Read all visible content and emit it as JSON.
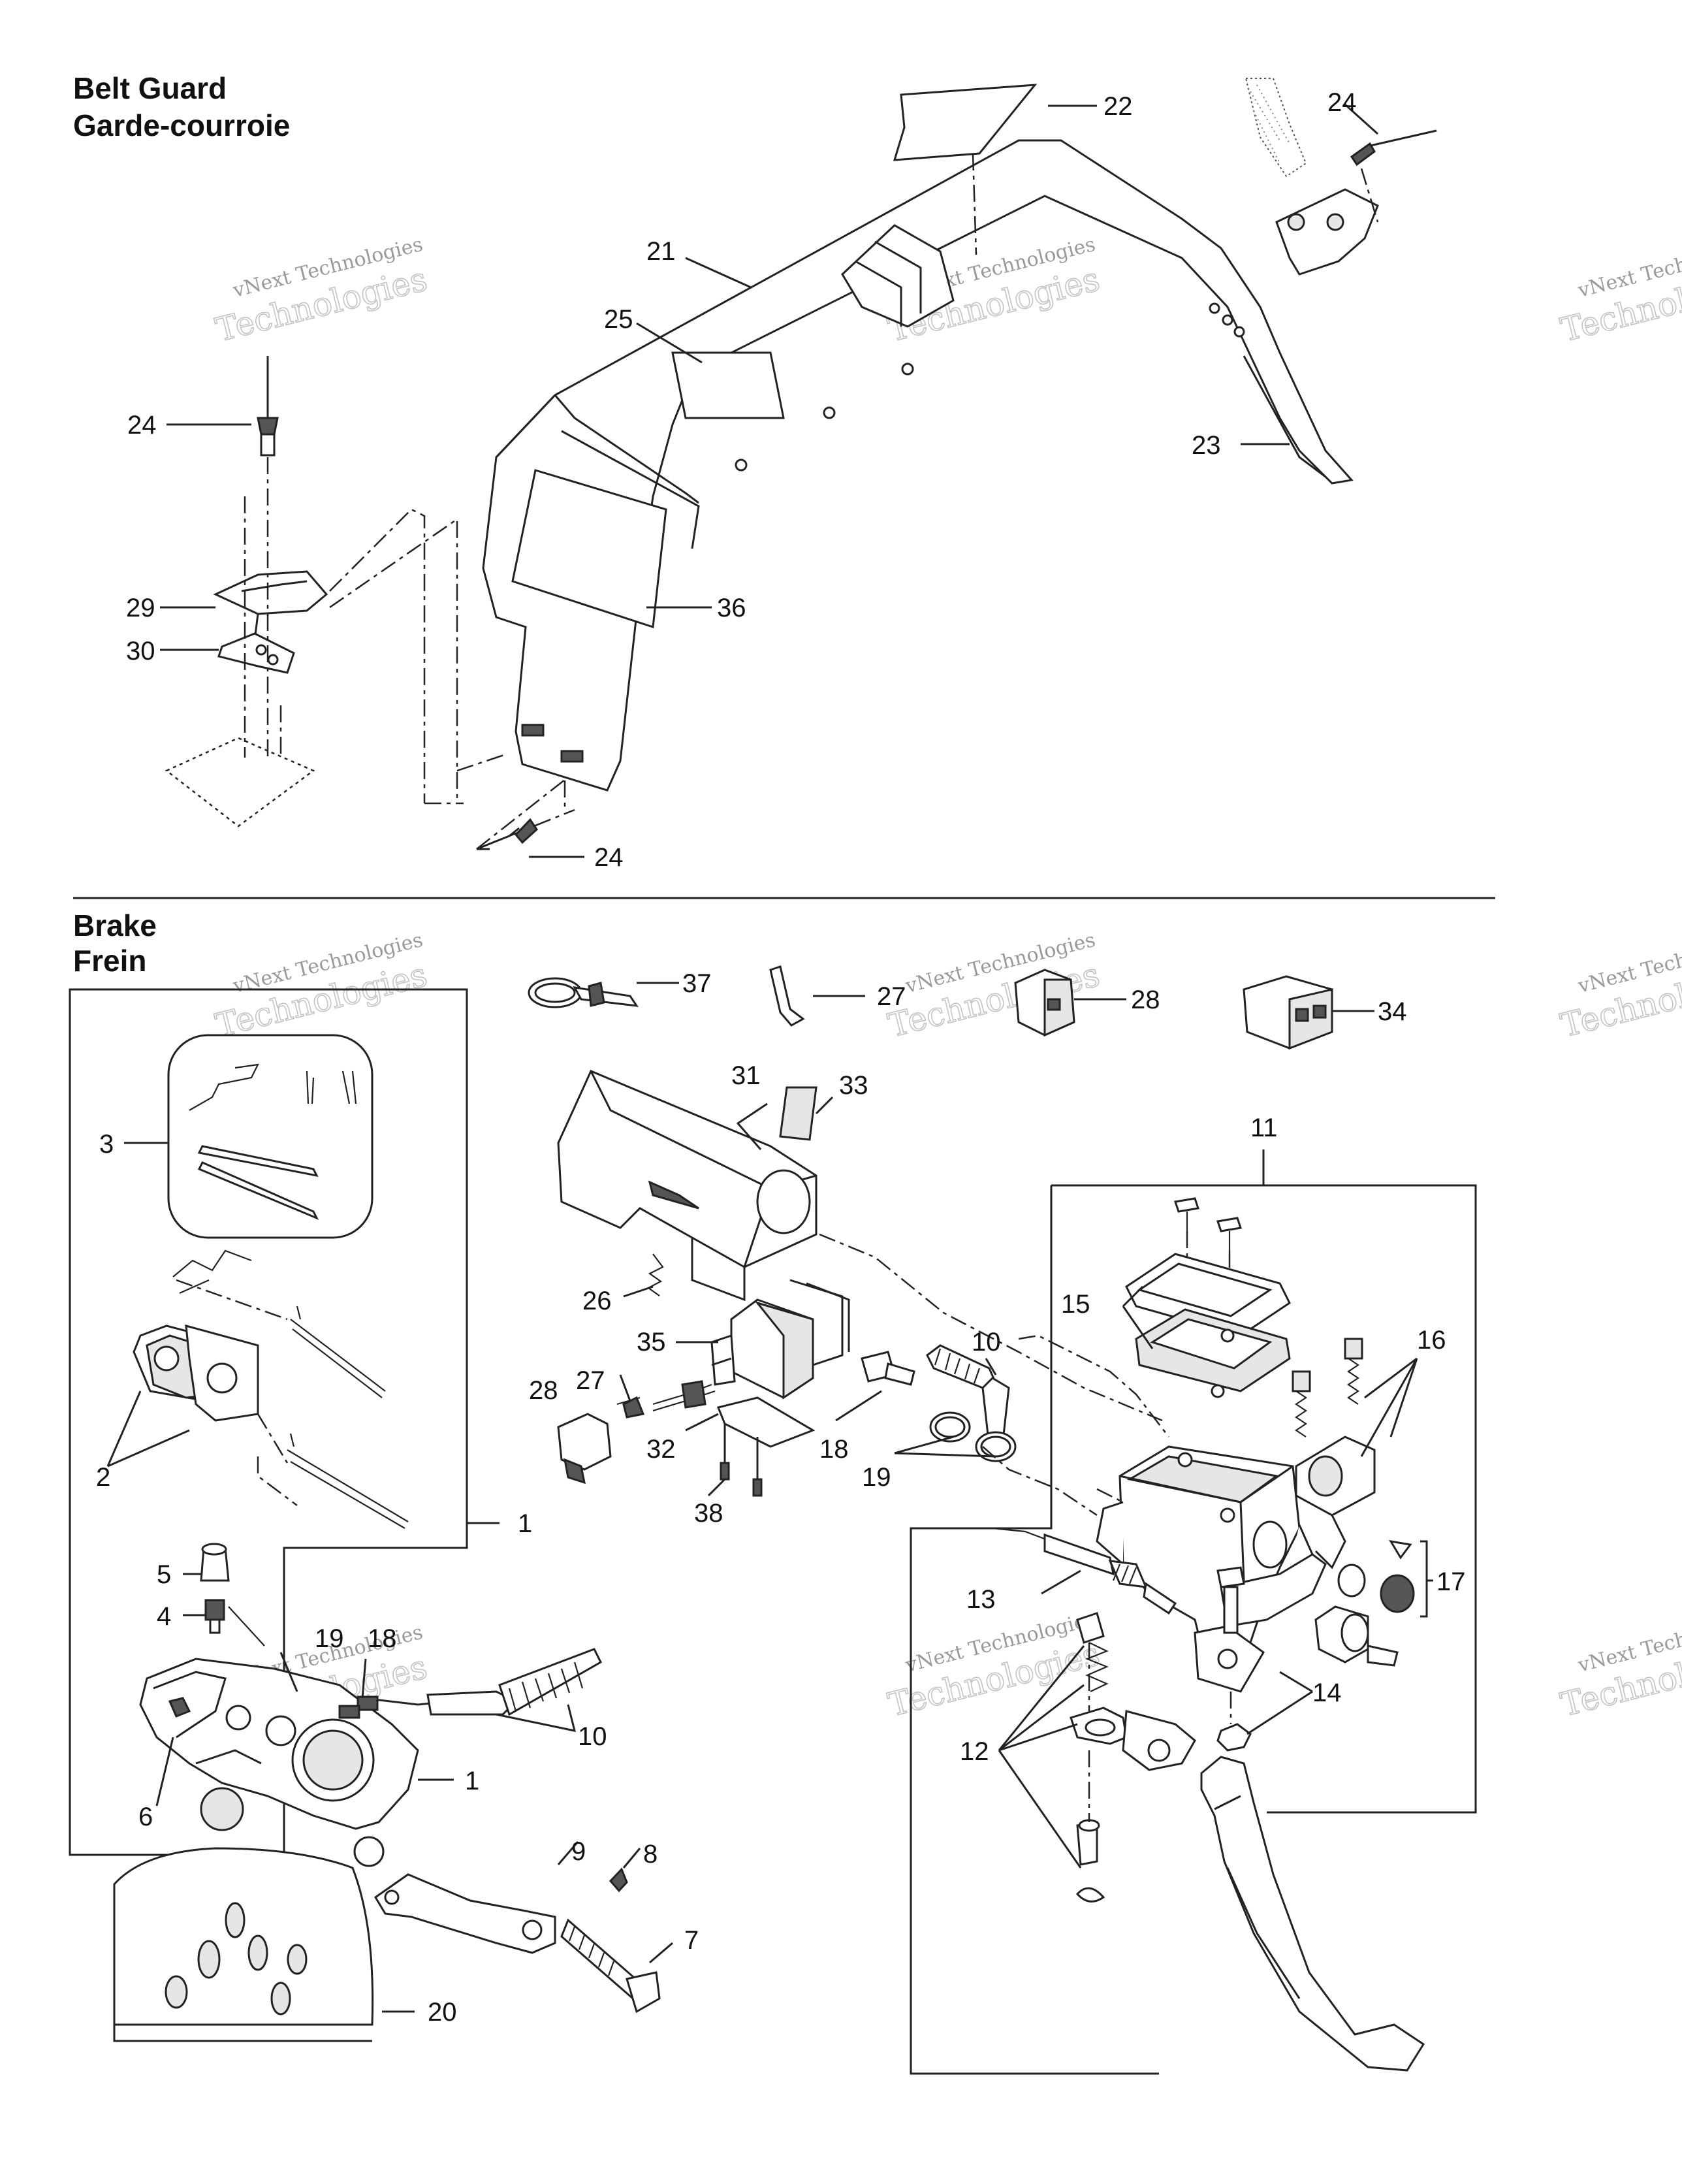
{
  "sections": {
    "belt_guard": {
      "title_en": "Belt Guard",
      "title_fr": "Garde-courroie"
    },
    "brake": {
      "title_en": "Brake",
      "title_fr": "Frein"
    }
  },
  "watermark": {
    "line1": "vNext Technologies",
    "line2": "Technologies"
  },
  "callouts": [
    {
      "id": "c22",
      "text": "22"
    },
    {
      "id": "c24a",
      "text": "24"
    },
    {
      "id": "c21",
      "text": "21"
    },
    {
      "id": "c25",
      "text": "25"
    },
    {
      "id": "c24b",
      "text": "24"
    },
    {
      "id": "c23",
      "text": "23"
    },
    {
      "id": "c36",
      "text": "36"
    },
    {
      "id": "c29",
      "text": "29"
    },
    {
      "id": "c30",
      "text": "30"
    },
    {
      "id": "c24c",
      "text": "24"
    },
    {
      "id": "c37",
      "text": "37"
    },
    {
      "id": "c27a",
      "text": "27"
    },
    {
      "id": "c28a",
      "text": "28"
    },
    {
      "id": "c34",
      "text": "34"
    },
    {
      "id": "c31",
      "text": "31"
    },
    {
      "id": "c33",
      "text": "33"
    },
    {
      "id": "c11",
      "text": "11"
    },
    {
      "id": "c3",
      "text": "3"
    },
    {
      "id": "c26",
      "text": "26"
    },
    {
      "id": "c15",
      "text": "15"
    },
    {
      "id": "c16",
      "text": "16"
    },
    {
      "id": "c35",
      "text": "35"
    },
    {
      "id": "c10a",
      "text": "10"
    },
    {
      "id": "c28b",
      "text": "28"
    },
    {
      "id": "c27b",
      "text": "27"
    },
    {
      "id": "c18a",
      "text": "18"
    },
    {
      "id": "c32",
      "text": "32"
    },
    {
      "id": "c19a",
      "text": "19"
    },
    {
      "id": "c38",
      "text": "38"
    },
    {
      "id": "c2",
      "text": "2"
    },
    {
      "id": "c1a",
      "text": "1"
    },
    {
      "id": "c17",
      "text": "17"
    },
    {
      "id": "c13",
      "text": "13"
    },
    {
      "id": "c5",
      "text": "5"
    },
    {
      "id": "c4",
      "text": "4"
    },
    {
      "id": "c19b",
      "text": "19"
    },
    {
      "id": "c18b",
      "text": "18"
    },
    {
      "id": "c14",
      "text": "14"
    },
    {
      "id": "c10b",
      "text": "10"
    },
    {
      "id": "c12",
      "text": "12"
    },
    {
      "id": "c1b",
      "text": "1"
    },
    {
      "id": "c6",
      "text": "6"
    },
    {
      "id": "c9",
      "text": "9"
    },
    {
      "id": "c8",
      "text": "8"
    },
    {
      "id": "c7",
      "text": "7"
    },
    {
      "id": "c20",
      "text": "20"
    }
  ]
}
